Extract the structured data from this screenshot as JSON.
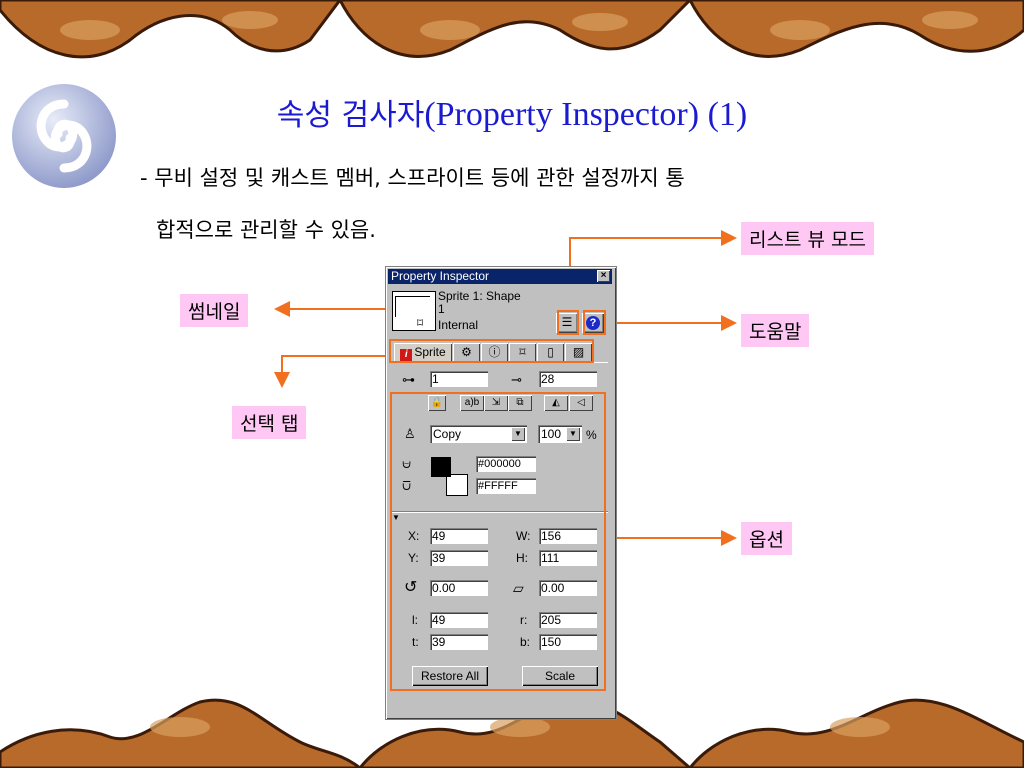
{
  "slide": {
    "title_ko": "속성 검사자",
    "title_en": "(Property Inspector) (1)",
    "bullet_line1": "- 무비 설정 및 캐스트 멤버, 스프라이트 등에 관한 설정까지 통",
    "bullet_line2": "합적으로 관리할 수 있음."
  },
  "callouts": {
    "list_view": "리스트 뷰 모드",
    "thumbnail": "썸네일",
    "help": "도움말",
    "tabs": "선택 탭",
    "options": "옵션"
  },
  "inspector": {
    "title": "Property Inspector",
    "close_glyph": "×",
    "sprite_line1": "Sprite 1: Shape",
    "sprite_line2": "1",
    "sprite_line3": "Internal",
    "help_glyph": "?",
    "list_glyph": "☰",
    "tabs": [
      "Sprite",
      "⚙",
      "ⓘ",
      "⌑",
      "▯",
      "▨"
    ],
    "channel_value": "1",
    "end_frame_value": "28",
    "ink_value": "Copy",
    "blend_value": "100",
    "blend_unit": "%",
    "foreground_color": "#000000",
    "background_color": "#FFFFFF",
    "foreground_label": "#000000",
    "background_label": "#FFFFF",
    "x_label": "X:",
    "x_value": "49",
    "y_label": "Y:",
    "y_value": "39",
    "w_label": "W:",
    "w_value": "156",
    "h_label": "H:",
    "h_value": "111",
    "rotation_value": "0.00",
    "skew_value": "0.00",
    "l_label": "l:",
    "l_value": "49",
    "t_label": "t:",
    "t_value": "39",
    "r_label": "r:",
    "r_value": "205",
    "b_label": "b:",
    "b_value": "150",
    "restore_label": "Restore All",
    "scale_label": "Scale"
  },
  "colors": {
    "title": "#1a1ad0",
    "callout_bg": "#ffc8f4",
    "highlight": "#f07020",
    "titlebar": "#0a246a"
  }
}
